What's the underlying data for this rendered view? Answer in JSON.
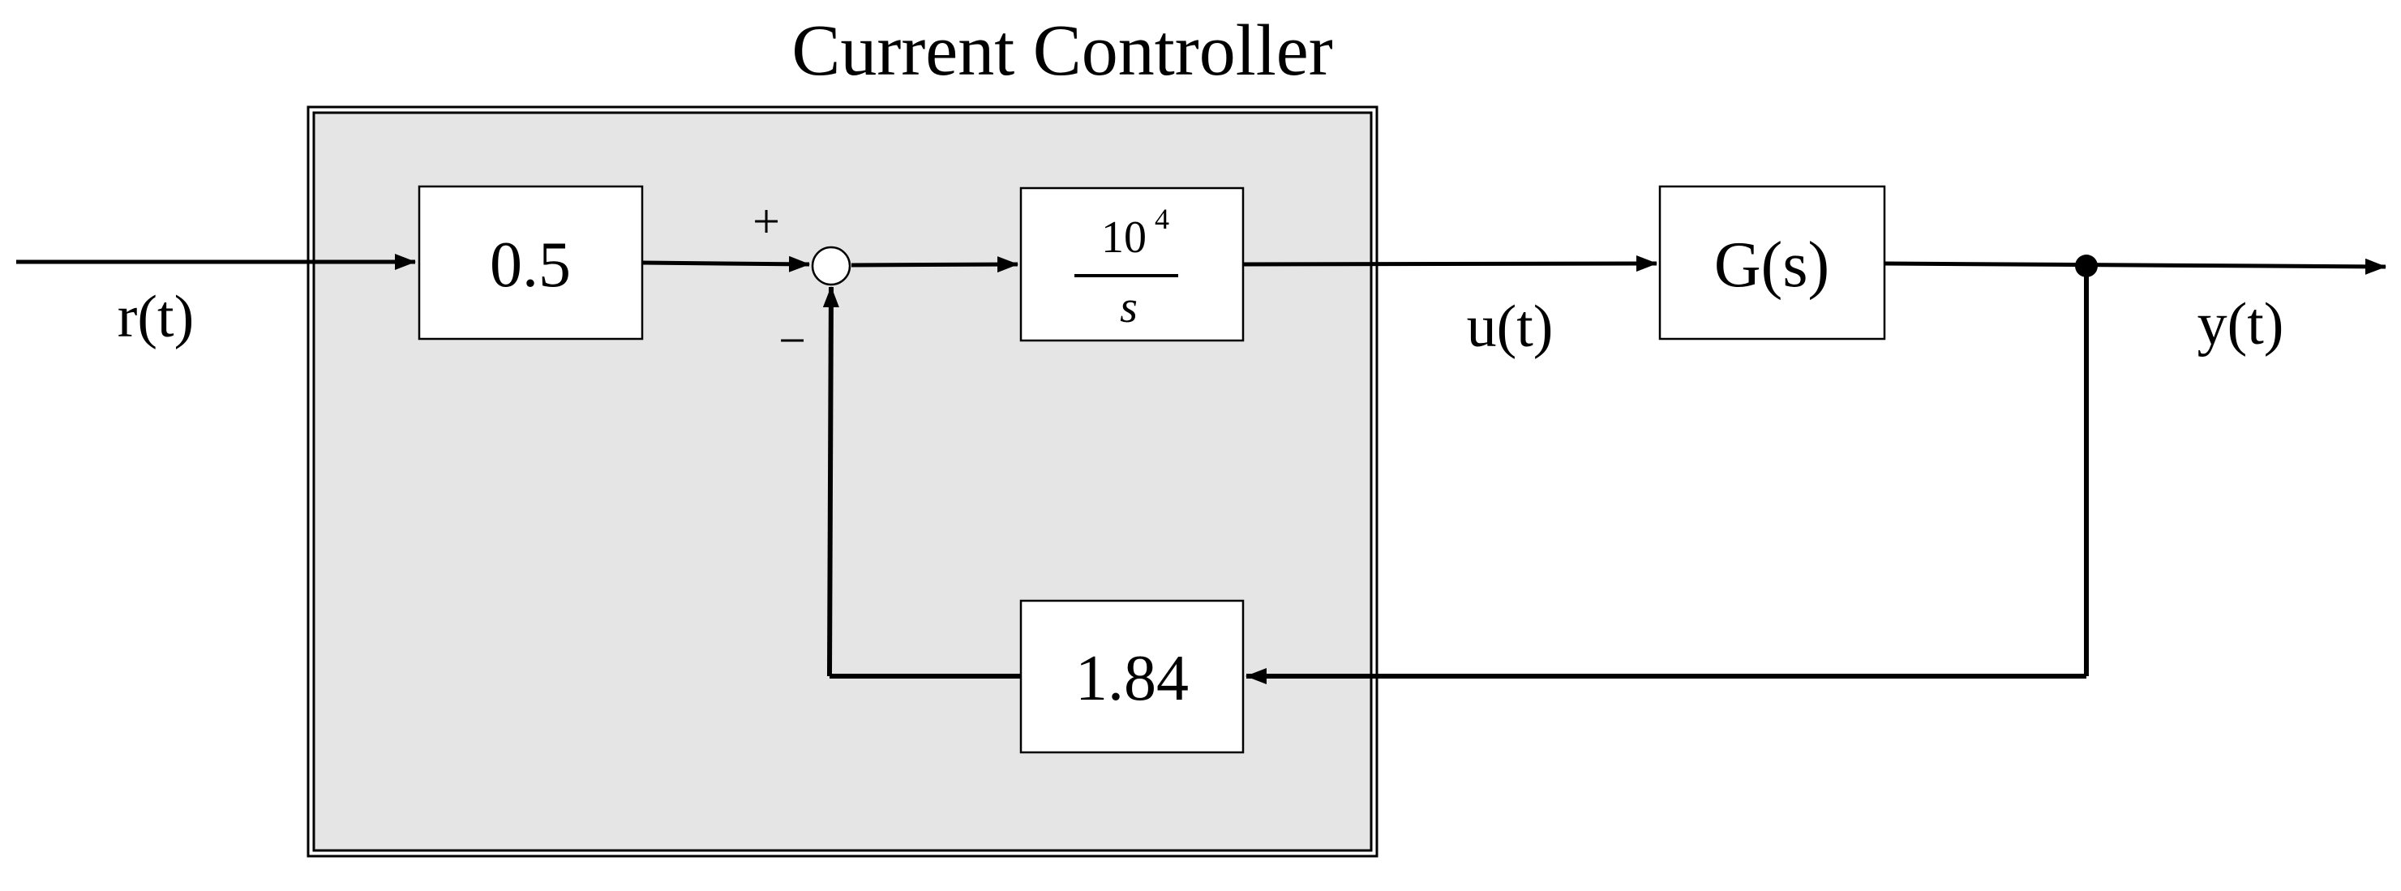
{
  "title": "Current Controller",
  "signals": {
    "input": "r(t)",
    "control": "u(t)",
    "output": "y(t)"
  },
  "blocks": {
    "prefilter_gain": "0.5",
    "integrator_numerator_base": "10",
    "integrator_numerator_exponent": "4",
    "integrator_denominator": "s",
    "plant": "G(s)",
    "feedback_gain": "1.84"
  },
  "summing_junction": {
    "plus_sign": "+",
    "minus_sign": "−"
  },
  "colors": {
    "controller_fill": "#e5e5e5",
    "line": "#000000",
    "block_fill": "#ffffff"
  }
}
